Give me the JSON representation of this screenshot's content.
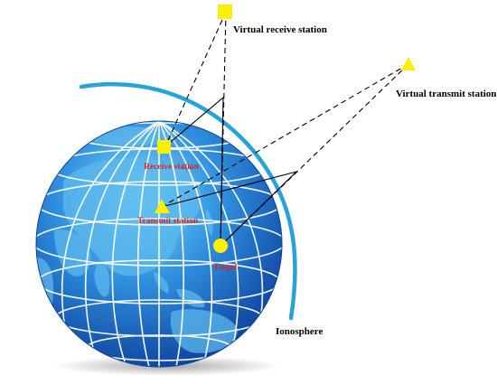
{
  "labels": {
    "virtual_receive": "Virtual receive station",
    "virtual_transmit": "Virtual transmit station",
    "receive": "Receive station",
    "transmit": "Transmit station",
    "target": "Target",
    "ionosphere": "Ionosphere"
  },
  "colors": {
    "station_marker": "#ffee00",
    "station_label": "#e0201a",
    "ionosphere": "#27a3dc",
    "globe_light": "#6fd0f5",
    "globe_dark": "#0a3fa0",
    "land": "#4aa6e0",
    "grid": "#ffffff",
    "rays": "#000000"
  },
  "icons": {
    "virtual_receive": "square-marker",
    "virtual_transmit": "triangle-marker",
    "receive": "square-marker",
    "transmit": "triangle-marker",
    "target": "circle-marker"
  }
}
